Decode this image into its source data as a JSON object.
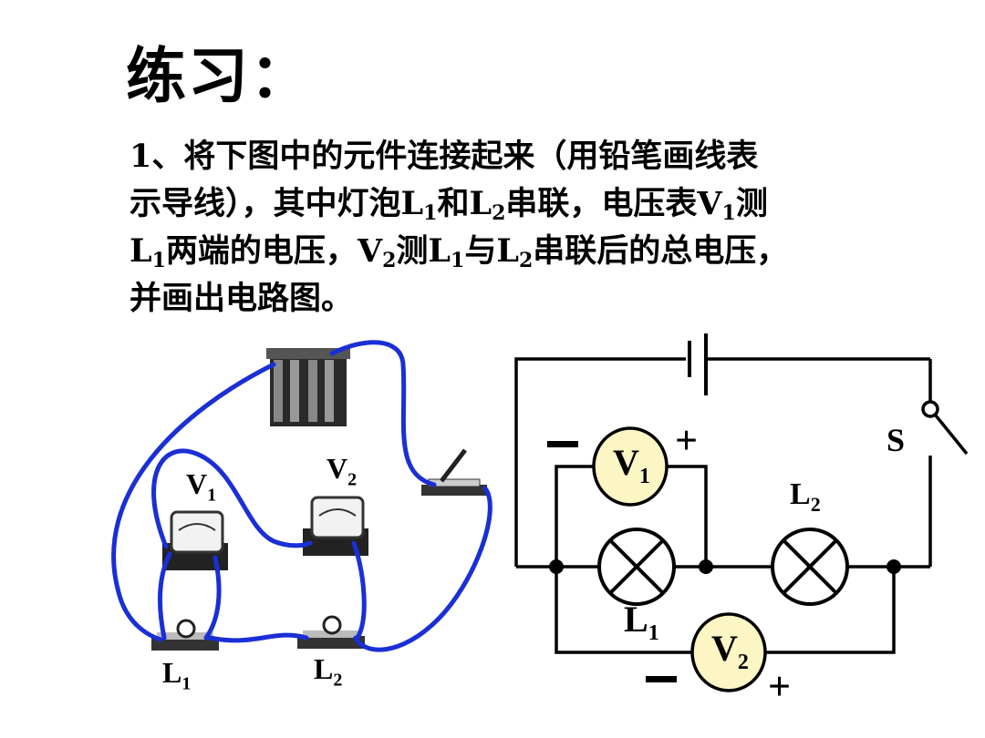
{
  "title": "练习：",
  "problem": {
    "number": "1",
    "sep": "、",
    "text1": "将下图中的元件连接起来（用铅笔画线表",
    "text2a": "示导线），其中灯泡",
    "text2b": "和",
    "text2c": "串联，电压表",
    "text2d": "测",
    "text3a": "两端的电压，",
    "text3b": "测",
    "text3c": "与",
    "text3d": "串联后的总电压，",
    "text4": "并画出电路图。"
  },
  "labels": {
    "L": "L",
    "V": "V",
    "S": "S",
    "sub1": "1",
    "sub2": "2",
    "minus": "−",
    "plus": "+"
  },
  "colors": {
    "wire_blue": "#1a2fd6",
    "meter_fill": "#fbf6c4"
  }
}
